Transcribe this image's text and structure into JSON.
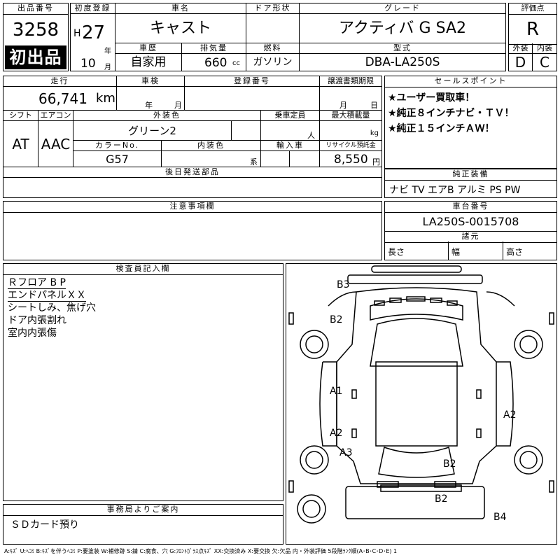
{
  "top": {
    "lot_header": "出品番号",
    "lot_number": "3258",
    "first_badge": "初出品",
    "first_reg_header": "初度登録",
    "era_prefix": "H",
    "year": "27",
    "year_unit": "年",
    "month": "10",
    "month_unit": "月",
    "car_name_header": "車名",
    "car_name": "キャスト",
    "door_header": "ドア形状",
    "door_value": "",
    "grade_header": "グレード",
    "grade": "アクティバ G SA2",
    "score_header": "評価点",
    "score": "R",
    "history_header": "車歴",
    "history": "自家用",
    "displacement_header": "排気量",
    "displacement": "660",
    "displacement_unit": "cc",
    "fuel_header": "燃料",
    "fuel": "ガソリン",
    "model_header": "型式",
    "model": "DBA-LA250S",
    "exterior_header": "外装",
    "exterior_grade": "D",
    "interior_header": "内装",
    "interior_grade": "C"
  },
  "second": {
    "mileage_header": "走行",
    "mileage": "66,741",
    "mileage_unit": "km",
    "inspection_header": "車検",
    "inspection_year_unit": "年",
    "inspection_month_unit": "月",
    "reg_number_header": "登録番号",
    "reg_number": "",
    "transfer_header": "譲渡書類期限",
    "transfer_month_unit": "月",
    "transfer_day_unit": "日",
    "shift_header": "シフト",
    "shift": "AT",
    "aircon_header": "エアコン",
    "aircon": "AAC",
    "ext_color_header": "外装色",
    "ext_color": "グリーン2",
    "capacity_header": "乗車定員",
    "capacity_unit": "人",
    "load_header": "最大積載量",
    "load_unit": "kg",
    "color_no_header": "カラーNo.",
    "color_no": "G57",
    "int_color_header": "内装色",
    "int_color_unit": "系",
    "import_header": "輸入車",
    "recycle_header": "リサイクル預託金",
    "recycle": "8,550",
    "recycle_unit": "円",
    "later_parts_header": "後日発送部品"
  },
  "sales_points": {
    "header": "セールスポイント",
    "items": [
      "★ユーザー買取車！",
      "★純正８インチナビ・ＴＶ！",
      "★純正１５インチＡＷ！"
    ]
  },
  "equipment": {
    "header": "純正装備",
    "value": "ナビ TV エアB アルミ PS PW"
  },
  "notes": {
    "header": "注意事項欄"
  },
  "chassis": {
    "header": "車台番号",
    "value": "LA250S-0015708",
    "dims_header": "諸元",
    "length_label": "長さ",
    "width_label": "幅",
    "height_label": "高さ"
  },
  "inspector": {
    "header": "検査員記入欄",
    "lines": [
      "Ｒフロア B P",
      "エンドパネルＸＸ",
      "シートしみ、焦げ穴",
      "ドア内張割れ",
      "室内内張傷"
    ]
  },
  "office": {
    "header": "事務局よりご案内",
    "message": "ＳＤカード預り"
  },
  "diagram": {
    "marks": [
      "B3",
      "B2",
      "A1",
      "A2",
      "A3",
      "A2",
      "B2",
      "B2",
      "B4"
    ]
  },
  "footer": {
    "legend": "A:ｷｽﾞ U:ﾍｺﾐ B:ｷｽﾞを伴うﾍｺﾐ P:要塗装 W:補修跡 S:錆 C:腐食、穴 G:ﾌﾛﾝﾄｶﾞﾗｽ点ｷｽﾞ XX:交換済み X:要交換 欠:欠品 内・外装評価 5段階ﾗﾝｸ順(A･B･C･D･E) 1"
  }
}
